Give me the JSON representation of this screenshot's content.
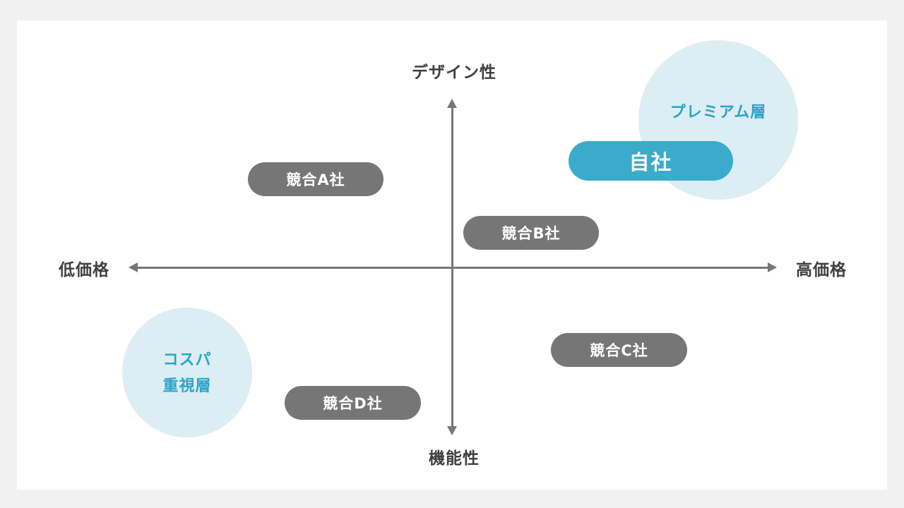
{
  "diagram": {
    "type": "positioning-map",
    "axes": {
      "top": "デザイン性",
      "bottom": "機能性",
      "left": "低価格",
      "right": "高価格"
    },
    "segments": {
      "premium": {
        "label": "プレミアム層"
      },
      "cospa": {
        "line1": "コスパ",
        "line2": "重視層"
      }
    },
    "company": {
      "label": "自社"
    },
    "competitors": [
      {
        "label": "競合A社"
      },
      {
        "label": "競合B社"
      },
      {
        "label": "競合C社"
      },
      {
        "label": "競合D社"
      }
    ],
    "colors": {
      "page_background": "#f1f1f2",
      "canvas": "#ffffff",
      "axis": "#77777a",
      "axis_text": "#3f3f3f",
      "competitor_pill": "#767676",
      "company_pill": "#3aabca",
      "segment_circle": "#ddedf4",
      "segment_text": "#29a5c6",
      "pill_text": "#ffffff"
    }
  }
}
